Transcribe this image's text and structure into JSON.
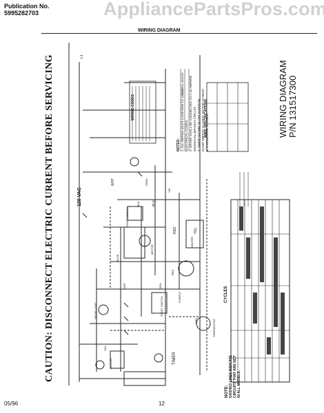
{
  "publication": {
    "label": "Publication No.",
    "number": "5995282703"
  },
  "watermark": "AppliancePartsPros.com",
  "header_title": "WIRING DIAGRAM",
  "caution": "CAUTION: DISCONNECT ELECTRIC CURRENT BEFORE SERVICING",
  "side_title": {
    "line1": "WIRING DIAGRAM",
    "line2": "P/N 131517300"
  },
  "voltage": "120 VAC",
  "wiring_codes_title": "WIRING CODES",
  "wire_specs_title": "WIRE SPECIFICATIONS",
  "cycles_label": "CYCLES",
  "timer_label": "TIMER",
  "notes": {
    "n1": "NOTE:",
    "n2": "DASHED LINES INDICATE",
    "n3": "CIRCUITS THAT ARE NOT",
    "n4": "IN ALL MODELS."
  },
  "general_notes": {
    "title": "NOTES:",
    "l1": "1. ALL WIRING MUST CONFORM TO LOCAL",
    "l2": "ELECTRICAL CODES.",
    "l3": "2. DRYER SHALL BE CONNECTED TO A 15 AMPERE",
    "l4": "INDIVIDUAL BRANCH CIRCUIT.",
    "l5": "3. TIMER SHOWN IN OFF POSITION,",
    "l6": "DOOR SWITCH CLOSED, MOTOR AT REST",
    "l7": "& THERMOSTAT CLOSED."
  },
  "component_labels": {
    "buzzer": "BUZZER",
    "drum_light": "DRUM LIGHT",
    "motor": "MOTOR",
    "heater": "HEATER",
    "door_switch": "DOOR SWITCH",
    "thermostat": "THERMOSTAT",
    "start_switch": "START SWITCH",
    "control_board": "CONTROL BOARD"
  },
  "wire_colors": [
    "WHT",
    "BLK",
    "RED",
    "YEL",
    "BLUE",
    "GRAY",
    "PURPLE",
    "ORN",
    "TAN",
    "BRN"
  ],
  "footer": {
    "date": "05/96",
    "page": "12"
  }
}
